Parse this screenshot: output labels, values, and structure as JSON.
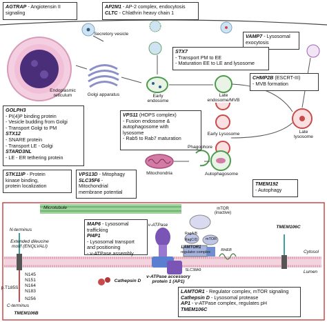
{
  "boxes": {
    "agtrap": {
      "gene": "AGTRAP",
      "desc": "- Angiotensin II",
      "desc2": "signaling"
    },
    "ap2m1": {
      "gene1": "AP2M1",
      "desc1": "- AP-2 complex, endocytosis",
      "gene2": "CLTC",
      "desc2": "- Chlathrin heavy chain 1"
    },
    "vamp7": {
      "gene": "VAMP7",
      "desc": "- Lysosomal",
      "desc2": "exocytosis"
    },
    "stx7": {
      "gene": "STX7",
      "l1": "- Transport PM to EE",
      "l2": "- Maturation EE to LE and lysosome"
    },
    "chmp2b": {
      "gene": "CHMP2B",
      "suffix": "(ESCRT-III)",
      "l1": "- MVB formation"
    },
    "golph3": {
      "gene": "GOLPH3",
      "l1": "- PI(4)P binding protein",
      "l2": "- Vesicle budding from Golgi",
      "l3": "- Transport Golgi to PM",
      "gene2": "STX12",
      "l4": "- SNARE protein",
      "l5": "- Transport LE - Golgi",
      "gene3": "STARD3NL",
      "l6": "- LE - ER tethering protein"
    },
    "vps11": {
      "gene": "VPS11",
      "suffix": "(HOPS complex)",
      "l1": "- Fusion endosome &",
      "l2": "autophagosome with",
      "l3": "lysosome",
      "l4": "- Rab5 to Rab7 maturation"
    },
    "stk11ip": {
      "gene": "STK11IP",
      "l1": "- Protein",
      "l2": "kinase binding,",
      "l3": "protein localization"
    },
    "vps13d": {
      "gene": "VPS13D",
      "l1": "- Mitophagy",
      "gene2": "SLC35F6",
      "l2": "-",
      "l3": "Mitochondrial",
      "l4": "membrane potential"
    },
    "tmem192": {
      "gene": "TMEM192",
      "l1": "- Autophagy"
    },
    "map6": {
      "gene": "MAP6",
      "l1": "- Lysosomal",
      "l2": "trafficking",
      "gene2": "PI4P1",
      "l3": "- Lysosomal transport",
      "l4": "and positioning",
      "l5": "- v-ATPase assembly"
    },
    "lamtor": {
      "gene": "LAMTOR1",
      "l1": "- Regulator complex, mTOR signaling",
      "gene2": "Cathepsin D",
      "l2": "- Lysosomal protease",
      "gene3": "AP1",
      "l3": "- v-ATPase complex, regulates pH",
      "gene4": "TMEM106C"
    }
  },
  "labels": {
    "secretory_vesicle": "Secretory vesicle",
    "er": "Endoplasmic reticulum",
    "golgi": "Golgi apparatus",
    "early_endosome": "Early endosome",
    "late_endosome": "Late endosome/MVB",
    "early_lysosome": "Early Lysosome",
    "late_lysosome": "Late lysosome",
    "mitochondria": "Mitochondria",
    "phagophore": "Phagophore",
    "autophagosome": "Autophagosome",
    "microtubule": "Microtubule",
    "n_terminus": "N-terminus",
    "dileucine": "Extended dileucine motif (ENQLVALI)",
    "c_terminus": "C-terminus",
    "tmem106b": "TMEM106B",
    "n145": "N145",
    "n151": "N151",
    "n164": "N164",
    "n183": "N183",
    "n256": "N256",
    "t185s": "p.T185S",
    "cathepsin_d": "Cathepsin D",
    "vatpase": "v-ATPase",
    "vatpase_ap1": "v-ATPase accessory protein 1 (AP1)",
    "mtor_inactive": "mTOR (inactive)",
    "mtor": "mTOR",
    "raga": "RagA/B",
    "ragc": "RagC/D",
    "lamtor1_tag": "LAMTOR1",
    "regulator": "regulator complex",
    "rheb": "RHEB",
    "slc38a9": "SLC38A9",
    "tmem106c": "TMEM106C",
    "cytosol": "Cytosol",
    "lumen": "Lumen"
  },
  "colors": {
    "border": "#333333",
    "er": "#e6a8c9",
    "golgi": "#9aa0cc",
    "nucleus": "#4a2e7a",
    "vesicle": "#cfe3f2",
    "endosome_green": "#4c9b4c",
    "lysosome_red": "#c94a4a",
    "mito": "#b84f7d",
    "microtubule": "#3a9a4a",
    "membrane": "#e8b6c4",
    "panel_border": "#c94a4a",
    "vatpase": "#7a55b5",
    "tmem106b": "#444444"
  }
}
